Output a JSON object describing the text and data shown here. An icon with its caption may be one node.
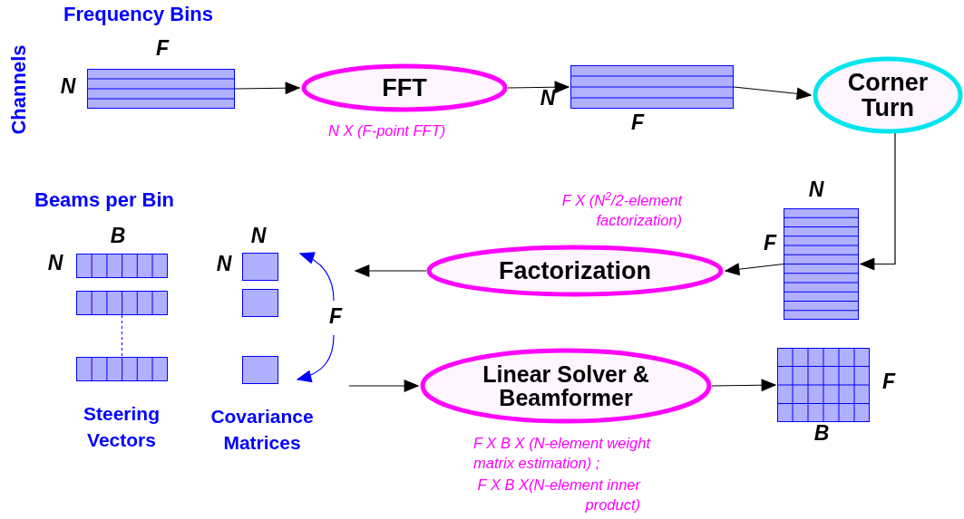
{
  "diagram": {
    "nodes": [
      {
        "text": [],
        "shape": "box",
        "beside": [
          "F",
          "N"
        ]
      },
      {
        "text": [
          "FFT"
        ],
        "beside": [
          "N X (F-point FFT)"
        ]
      },
      {
        "text": [],
        "shape": "box",
        "beside": [
          "N",
          "F"
        ]
      },
      {
        "text": [
          "Corner Turn"
        ]
      },
      {
        "text": [],
        "shape": "box",
        "beside": [
          "N",
          "F"
        ]
      },
      {
        "text": [
          "Factorization"
        ],
        "beside": [
          "F X (N$^{2}$/2-element factorization)"
        ]
      },
      {
        "text": [
          "Linear Solver & Beamformer"
        ],
        "beside": [
          "F X B X (N-element weight matrix estimation) ;",
          "F X B X(N-element inner product)"
        ]
      },
      {
        "text": [],
        "shape": "box",
        "beside": [
          "F",
          "B"
        ]
      }
    ],
    "edges": [
      {
        "from": 0,
        "to": 1,
        "arrow": "to"
      },
      {
        "from": 1,
        "to": 2,
        "arrow": "to"
      },
      {
        "from": 2,
        "to": 3,
        "arrow": "to"
      },
      {
        "from": 3,
        "to": 4,
        "arrow": "to"
      },
      {
        "from": 4,
        "to": 5,
        "arrow": "to"
      },
      {
        "from": 5,
        "to": null,
        "arrow": "to"
      },
      {
        "from": null,
        "to": 6,
        "arrow": "to"
      },
      {
        "from": 6,
        "to": 7,
        "arrow": "to"
      }
    ],
    "labels": [
      "Frequency Bins",
      "Channels",
      "Beams per Bin",
      "B",
      "N",
      "N",
      "N",
      "F",
      "Steering Vectors",
      "Covariance Matrices"
    ]
  }
}
